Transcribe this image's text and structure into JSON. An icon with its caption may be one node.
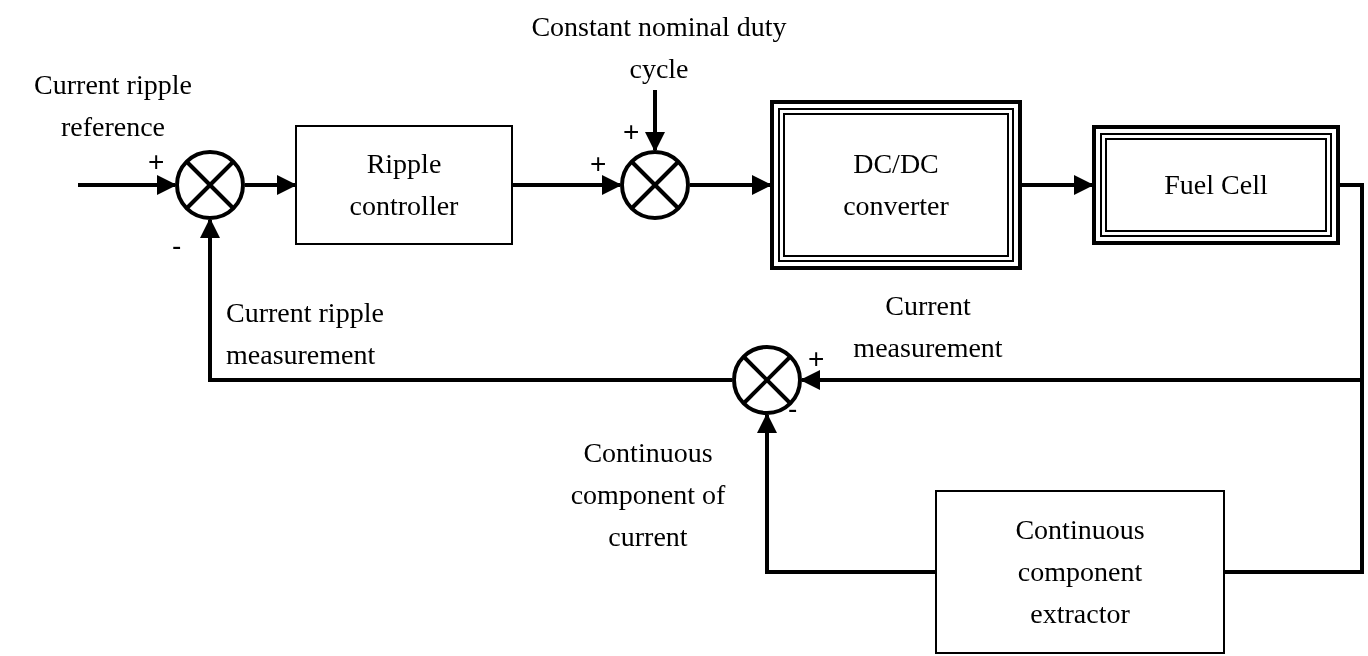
{
  "diagram": {
    "nodes": [
      {
        "text": [],
        "shape": "circle"
      },
      {
        "text": [
          "Ripple controller"
        ]
      },
      {
        "text": [],
        "shape": "circle"
      },
      {
        "text": [
          "DC/DC converter"
        ]
      },
      {
        "text": [
          "Fuel Cell"
        ]
      },
      {
        "text": [],
        "shape": "circle"
      },
      {
        "text": [
          "Continuous component extractor"
        ]
      }
    ],
    "edges": [
      {
        "from": null,
        "to": 0,
        "arrow": "to",
        "label": "Current ripple reference"
      },
      {
        "from": 0,
        "to": 1,
        "arrow": "to"
      },
      {
        "from": 1,
        "to": 2,
        "arrow": "to"
      },
      {
        "from": null,
        "to": 2,
        "arrow": "to",
        "label": "Constant nominal duty cycle"
      },
      {
        "from": 2,
        "to": 3,
        "arrow": "to"
      },
      {
        "from": 3,
        "to": 4,
        "arrow": "to"
      },
      {
        "from": 4,
        "to": 5,
        "arrow": "to",
        "label": "Current measurement"
      },
      {
        "from": 4,
        "to": 6,
        "arrow": "none"
      },
      {
        "from": 6,
        "to": 5,
        "arrow": "to",
        "label": "Continuous component of current"
      },
      {
        "from": 5,
        "to": 0,
        "arrow": "to",
        "label": "Current ripple measurement"
      }
    ],
    "labels": [
      "+",
      "-",
      "+",
      "+",
      "+",
      "-"
    ]
  }
}
